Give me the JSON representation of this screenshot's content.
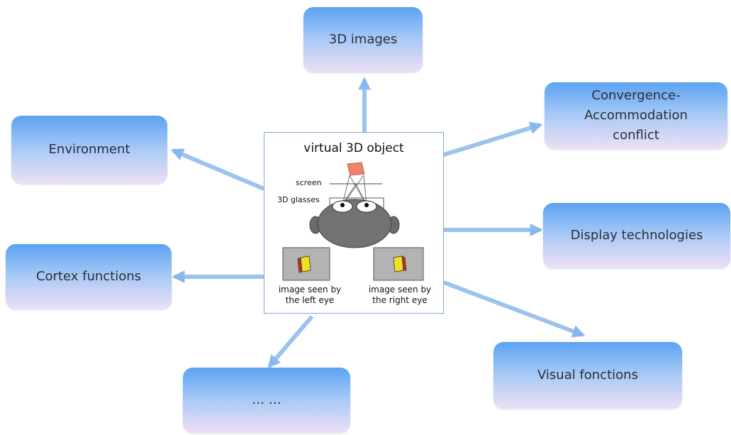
{
  "center": {
    "title": "virtual 3D object",
    "screen_label": "screen",
    "glasses_label": "3D glasses",
    "left_caption_1": "image seen by",
    "left_caption_2": "the left eye",
    "right_caption_1": "image seen by",
    "right_caption_2": "the right eye"
  },
  "boxes": {
    "images_3d": "3D images",
    "convergence_1": "Convergence-",
    "convergence_2": "Accommodation",
    "convergence_3": "conflict",
    "environment": "Environment",
    "display": "Display technologies",
    "cortex": "Cortex functions",
    "visual": "Visual fonctions",
    "ellipsis": "… …"
  },
  "colors": {
    "box_top": "#5aa2f2",
    "box_bottom": "#eedff4",
    "arrow": "#8ab8ec"
  }
}
